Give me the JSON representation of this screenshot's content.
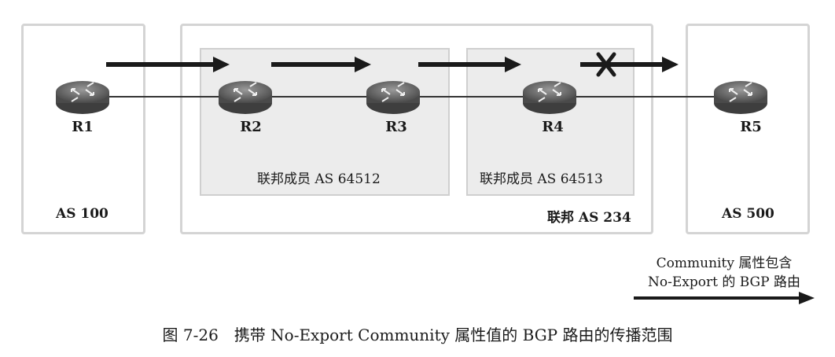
{
  "domains": {
    "as100": "AS 100",
    "as500": "AS 500",
    "confed": "联邦 AS 234",
    "member1": "联邦成员 AS 64512",
    "member2": "联邦成员 AS 64513"
  },
  "routers": {
    "r1": "R1",
    "r2": "R2",
    "r3": "R3",
    "r4": "R4",
    "r5": "R5"
  },
  "legend": {
    "line1": "Community 属性包含",
    "line2": "No-Export 的 BGP 路由"
  },
  "caption": "图 7-26　携带 No-Export Community 属性值的 BGP 路由的传播范围",
  "colors": {
    "box_border": "#d4d4d4",
    "sub_fill": "#ececec",
    "router_body": "#555555",
    "arrow": "#1a1a1a"
  }
}
